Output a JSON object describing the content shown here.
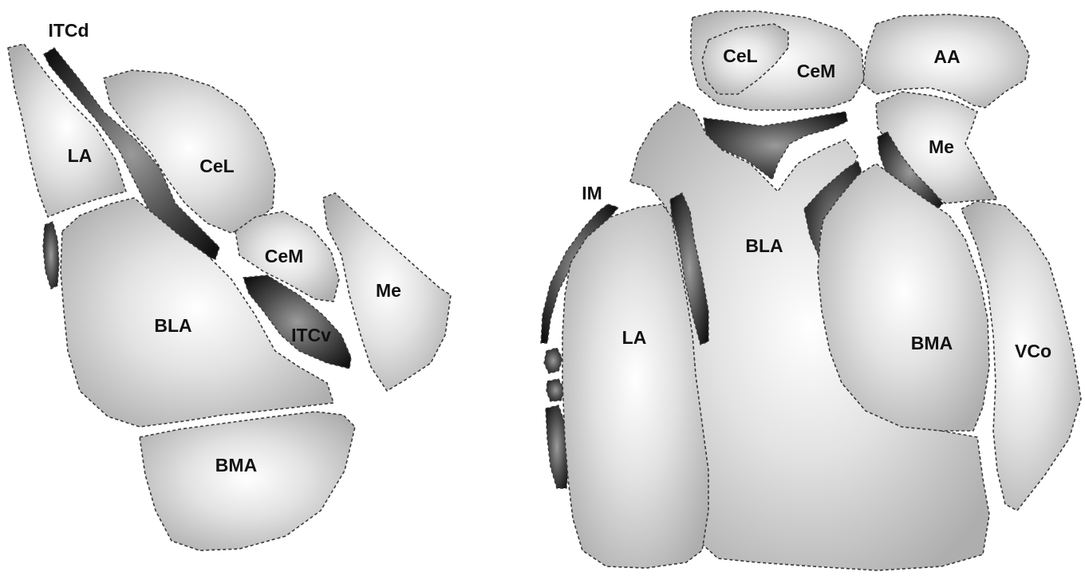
{
  "left_section": {
    "labels": {
      "itcd": "ITCd",
      "la": "LA",
      "cel": "CeL",
      "cem": "CeM",
      "me": "Me",
      "bla": "BLA",
      "itcv": "ITCv",
      "bma": "BMA"
    }
  },
  "right_section": {
    "labels": {
      "cel": "CeL",
      "cem": "CeM",
      "aa": "AA",
      "me": "Me",
      "im": "IM",
      "bla": "BLA",
      "la": "LA",
      "bma": "BMA",
      "vco": "VCo"
    }
  },
  "colors": {
    "region_center": "#ffffff",
    "region_edge": "#aeaeae",
    "cluster_center": "#9a9a9a",
    "cluster_edge": "#111111",
    "outline": "#3a3a3a",
    "label": "#111111"
  }
}
